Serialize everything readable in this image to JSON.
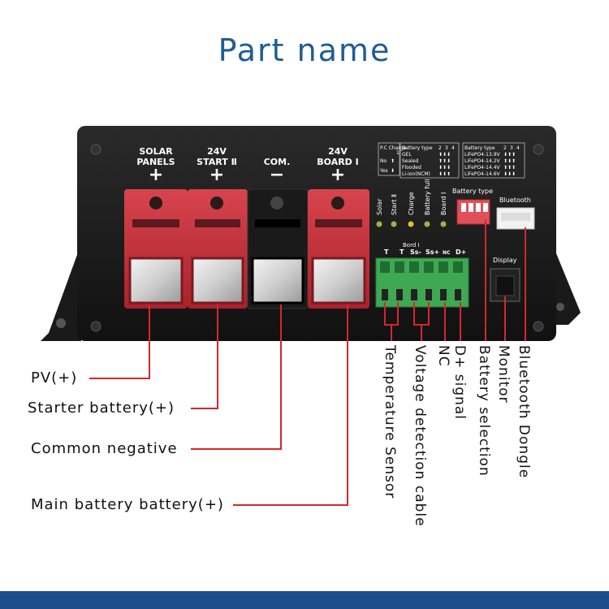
{
  "title": "Part name",
  "terminals": [
    {
      "top": "SOLAR",
      "bottom": "PANELS",
      "sign": "+"
    },
    {
      "top": "24V",
      "bottom": "START Ⅱ",
      "sign": "+"
    },
    {
      "top": "",
      "bottom": "COM.",
      "sign": "−"
    },
    {
      "top": "24V",
      "bottom": "BOARD Ⅰ",
      "sign": "+"
    }
  ],
  "indicators": [
    "Solar",
    "Start Ⅱ",
    "Charge",
    "Battery full",
    "Board Ⅰ"
  ],
  "panel_texts": {
    "battery_type": "Battery type",
    "bluetooth": "Bluetooth",
    "display": "Display",
    "bord_header": "Bord Ⅰ",
    "connector_pins": [
      "T",
      "T",
      "Ss-",
      "Ss+",
      "NC",
      "D+"
    ]
  },
  "spec_table_1": {
    "header": [
      "P.C Charge",
      "1"
    ],
    "rows": [
      [
        "No",
        "⬆"
      ],
      [
        "Yes",
        "⬇"
      ]
    ]
  },
  "spec_table_2": {
    "header": [
      "Battery type",
      "2",
      "3",
      "4"
    ],
    "rows": [
      [
        "GEL",
        "⬆⬇⬇"
      ],
      [
        "Sealed",
        "⬆⬆⬇"
      ],
      [
        "Flooded",
        "⬇⬆⬇"
      ],
      [
        "Li-ion(NCM)",
        "⬇⬇⬆"
      ]
    ]
  },
  "spec_table_3": {
    "header": [
      "Battery type",
      "2",
      "3",
      "4"
    ],
    "rows": [
      [
        "LiFePO4-13.9V",
        "⬇⬆⬆"
      ],
      [
        "LiFePO4-14.2V",
        "⬆⬇⬆"
      ],
      [
        "LiFePO4-14.4V",
        "⬆⬆⬆"
      ],
      [
        "LiFePO4-14.6V",
        "⬇⬇⬇"
      ]
    ]
  },
  "left_labels": {
    "pv": "PV(+)",
    "starter": "Starter battery(+)",
    "common": "Common negative",
    "main": "Main battery battery(+)"
  },
  "vertical_labels": {
    "temp": "Temperature Sensor",
    "voltage": "Voltage detection cable",
    "nc": "NC",
    "dplus": "D+ signal",
    "battery_sel": "Battery selection",
    "monitor": "Monitor",
    "bluetooth": "Bluetooth Dongle"
  },
  "colors": {
    "title": "#1f5c94",
    "leader": "#d9252b",
    "terminal_red": "#c8323c",
    "terminal_black": "#1a1a1a",
    "device": "#1c1c1c",
    "connector": "#3fa852"
  }
}
